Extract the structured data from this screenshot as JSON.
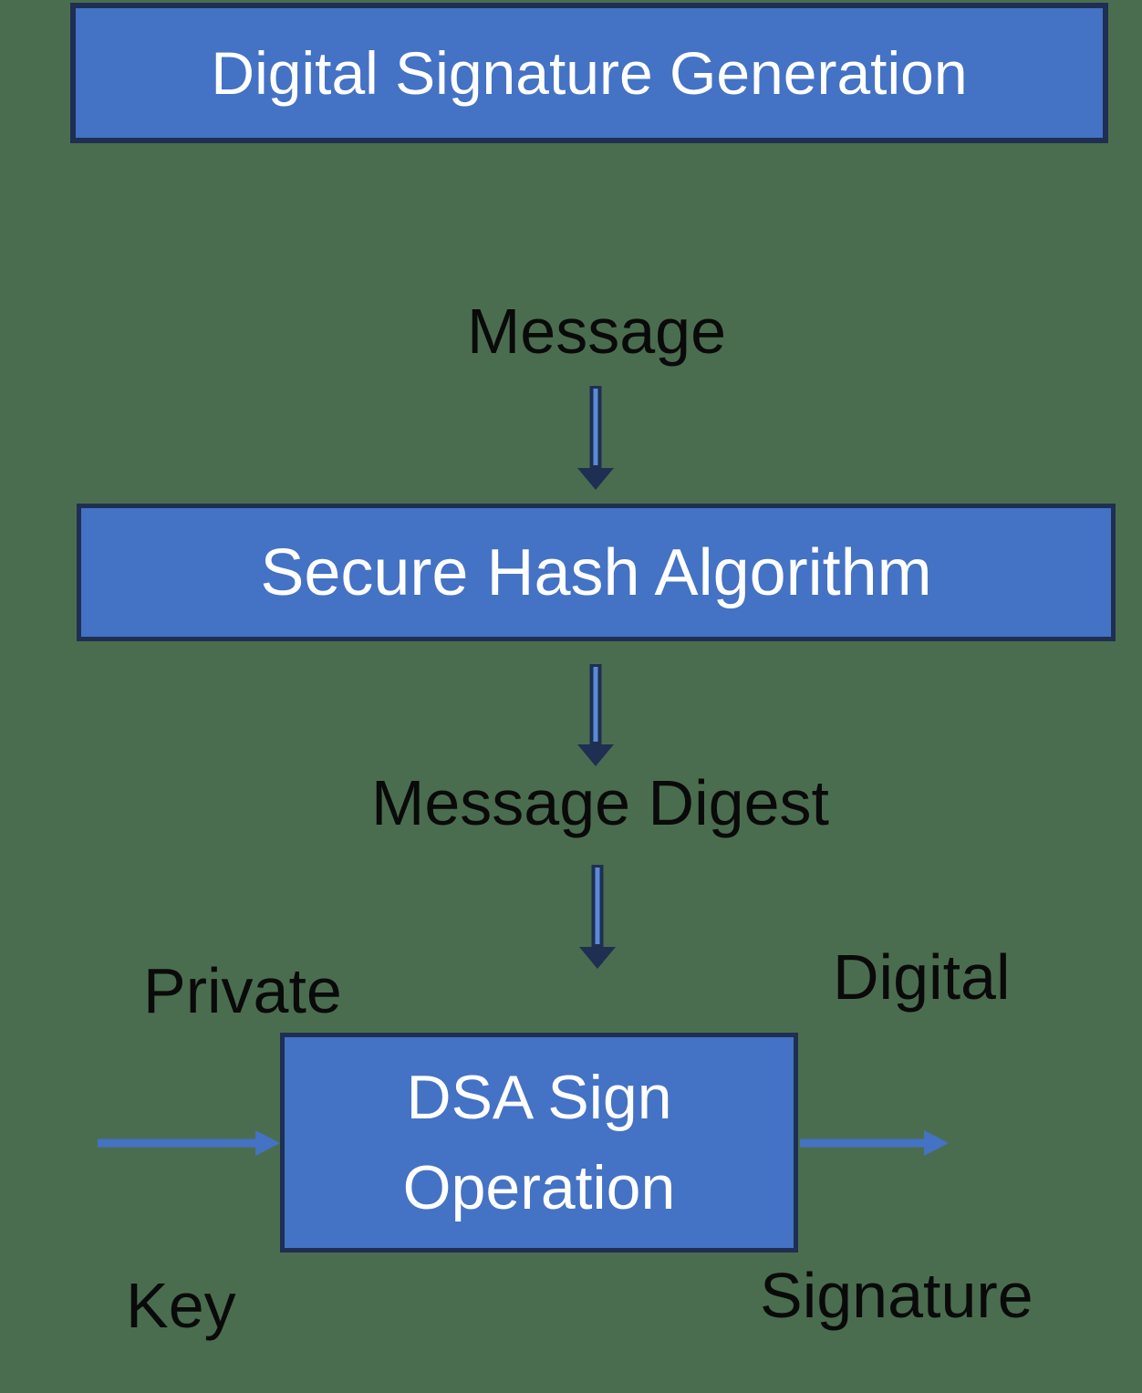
{
  "diagram": {
    "title": "Digital Signature Generation",
    "nodes": {
      "message": "Message",
      "sha": "Secure Hash Algorithm",
      "message_digest": "Message Digest",
      "dsa_line1": "DSA Sign",
      "dsa_line2": "Operation"
    },
    "io_labels": {
      "private": "Private",
      "key": "Key",
      "digital": "Digital",
      "signature": "Signature"
    },
    "icons": {
      "vertical_arrows": "down-arrow",
      "horizontal_arrows": "right-arrow"
    },
    "colors": {
      "background": "#4B6D4F",
      "box_fill": "#4472C4",
      "box_border": "#1E2F52",
      "box_text": "#FFFFFF",
      "label_text": "#0A0A0A",
      "arrow_outline": "#1E2F52",
      "arrow_core": "#5B8BD6",
      "arrow_solid": "#4472C4"
    }
  }
}
